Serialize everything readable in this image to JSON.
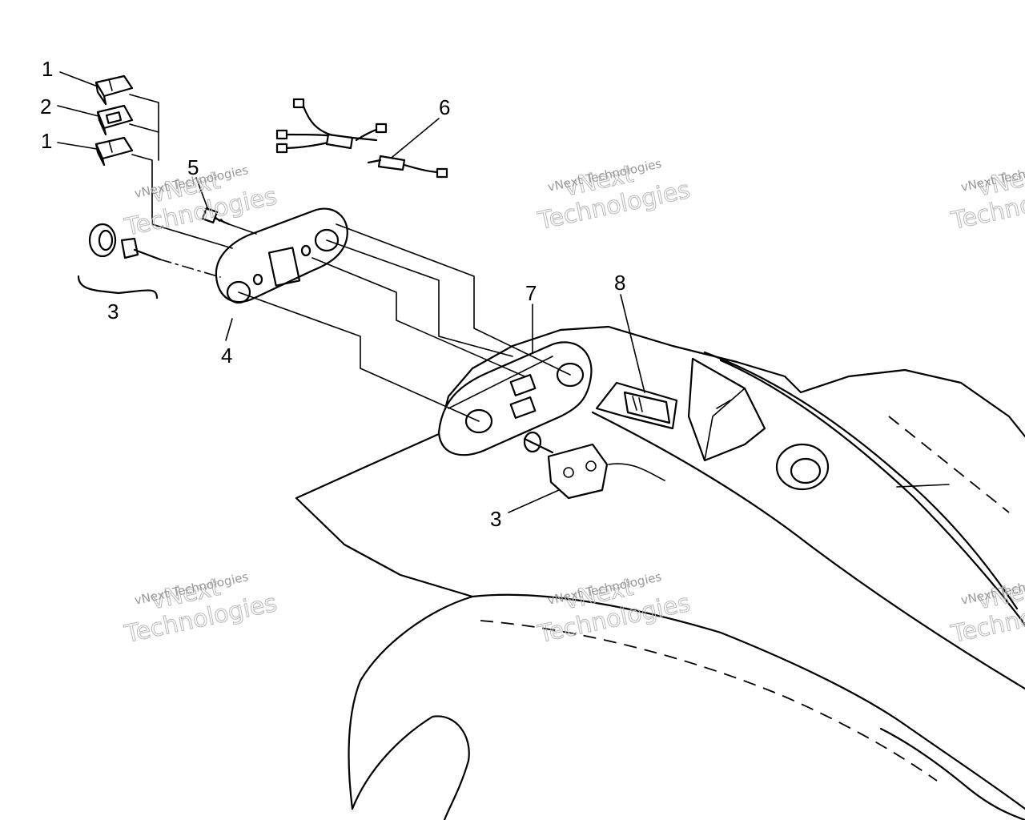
{
  "callouts": [
    {
      "label": "1"
    },
    {
      "label": "2"
    },
    {
      "label": "1"
    },
    {
      "label": "5"
    },
    {
      "label": "6"
    },
    {
      "label": "3"
    },
    {
      "label": "4"
    },
    {
      "label": "7"
    },
    {
      "label": "8"
    },
    {
      "label": "3"
    }
  ],
  "watermark": {
    "line1": "vNext",
    "line2": "Technologies",
    "caption": "vNext Technologies"
  }
}
